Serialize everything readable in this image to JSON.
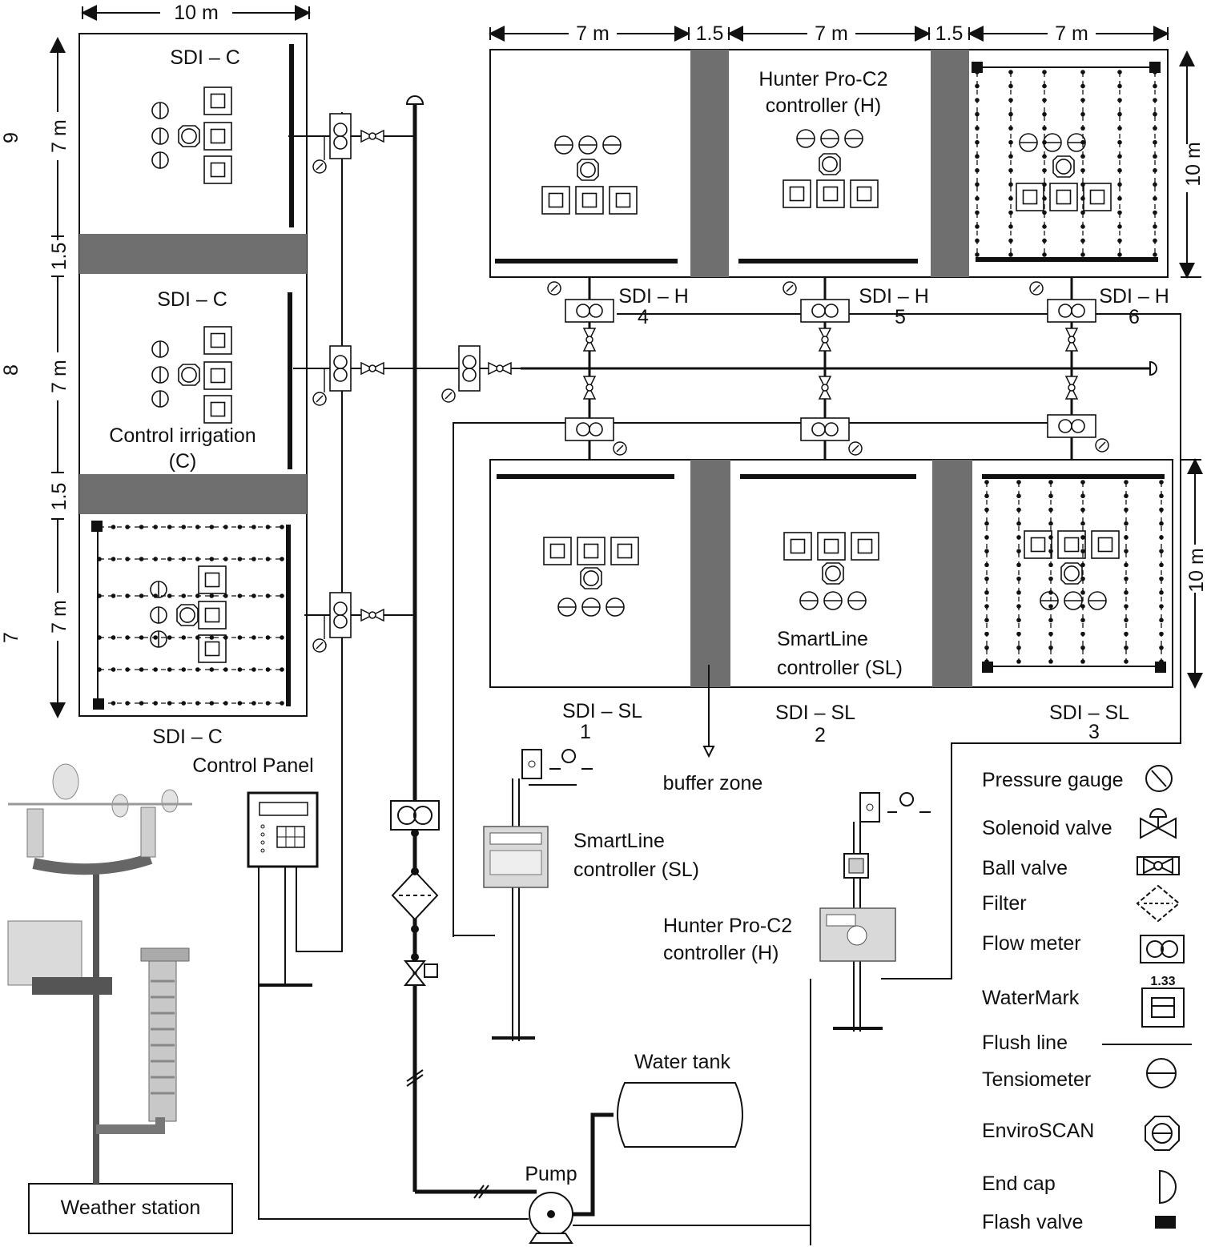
{
  "dimensions": {
    "left_width": "10 m",
    "top_widths": [
      "7 m",
      "1.5",
      "7 m",
      "1.5",
      "7 m"
    ],
    "left_heights": [
      "7 m",
      "1.5",
      "7 m",
      "1.5",
      "7 m"
    ],
    "right_top_height": "10 m",
    "right_bottom_height": "10 m"
  },
  "row_numbers": [
    "9",
    "8",
    "7"
  ],
  "plots": {
    "c_top": "SDI – C",
    "c_mid": "SDI – C",
    "c_mid_note_1": "Control irrigation",
    "c_mid_note_2": "(C)",
    "c_bottom": "SDI – C",
    "h_label": "SDI – H",
    "h_numbers": [
      "4",
      "5",
      "6"
    ],
    "h_controller_1": "Hunter Pro-C2",
    "h_controller_2": "controller (H)",
    "sl_label": "SDI – SL",
    "sl_numbers": [
      "1",
      "2",
      "3"
    ],
    "sl_controller_1": "SmartLine",
    "sl_controller_2": "controller (SL)"
  },
  "equipment": {
    "control_panel": "Control Panel",
    "buffer_zone": "buffer zone",
    "smartline_1": "SmartLine",
    "smartline_2": "controller (SL)",
    "hunter_1": "Hunter Pro-C2",
    "hunter_2": "controller (H)",
    "water_tank": "Water tank",
    "pump": "Pump",
    "weather_station": "Weather station",
    "watermark_reading": "1.33"
  },
  "legend": [
    {
      "label": "Pressure gauge",
      "icon": "pressure-gauge-icon"
    },
    {
      "label": "Solenoid valve",
      "icon": "solenoid-valve-icon"
    },
    {
      "label": "Ball valve",
      "icon": "ball-valve-icon"
    },
    {
      "label": "Filter",
      "icon": "filter-icon"
    },
    {
      "label": "Flow meter",
      "icon": "flow-meter-icon"
    },
    {
      "label": "WaterMark",
      "icon": "watermark-icon"
    },
    {
      "label": "Flush line",
      "icon": "flush-line-icon"
    },
    {
      "label": "Tensiometer",
      "icon": "tensiometer-icon"
    },
    {
      "label": "EnviroSCAN",
      "icon": "enviroscan-icon"
    },
    {
      "label": "End cap",
      "icon": "end-cap-icon"
    },
    {
      "label": "Flash valve",
      "icon": "flash-valve-icon"
    }
  ],
  "colors": {
    "line": "#111111",
    "buffer": "#6f6f6f",
    "device": "#d9d9d9"
  }
}
